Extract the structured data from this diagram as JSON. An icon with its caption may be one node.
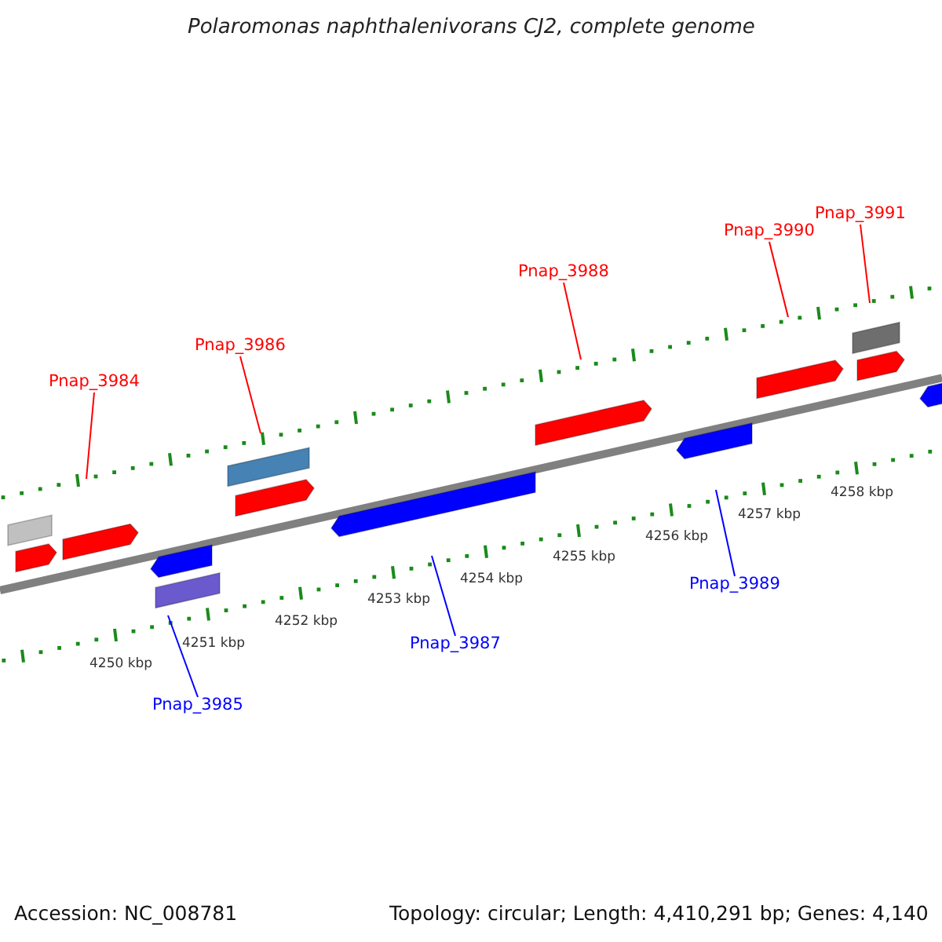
{
  "diagram": {
    "title": "Polaromonas naphthalenivorans CJ2, complete genome",
    "nodes": [
      {
        "text": [
          "Pnap_3984"
        ]
      },
      {
        "text": [
          "Pnap_3985"
        ]
      },
      {
        "text": [
          "Pnap_3986"
        ]
      },
      {
        "text": [
          "Pnap_3987"
        ]
      },
      {
        "text": [
          "Pnap_3988"
        ]
      },
      {
        "text": [
          "Pnap_3989"
        ]
      },
      {
        "text": [
          "Pnap_3990"
        ]
      },
      {
        "text": [
          "Pnap_3991"
        ]
      }
    ],
    "edges": [
      {
        "from": 0,
        "to": null,
        "arrow": "none"
      },
      {
        "from": 1,
        "to": null,
        "arrow": "none",
        "color": "#0000ff"
      },
      {
        "from": 2,
        "to": null,
        "arrow": "none"
      },
      {
        "from": 3,
        "to": null,
        "arrow": "none",
        "color": "#0000ff"
      },
      {
        "from": 4,
        "to": null,
        "arrow": "none"
      },
      {
        "from": 5,
        "to": null,
        "arrow": "none",
        "color": "#0000ff"
      },
      {
        "from": 6,
        "to": null,
        "arrow": "none"
      },
      {
        "from": 7,
        "to": null,
        "arrow": "none"
      }
    ],
    "labels": [
      "4250 kbp",
      "4251 kbp",
      "4252 kbp",
      "4253 kbp",
      "4254 kbp",
      "4255 kbp",
      "4256 kbp",
      "4257 kbp",
      "4258 kbp",
      "Accession: NC_008781",
      "Topology: circular; Length: 4,410,291 bp; Genes: 4,140"
    ]
  }
}
